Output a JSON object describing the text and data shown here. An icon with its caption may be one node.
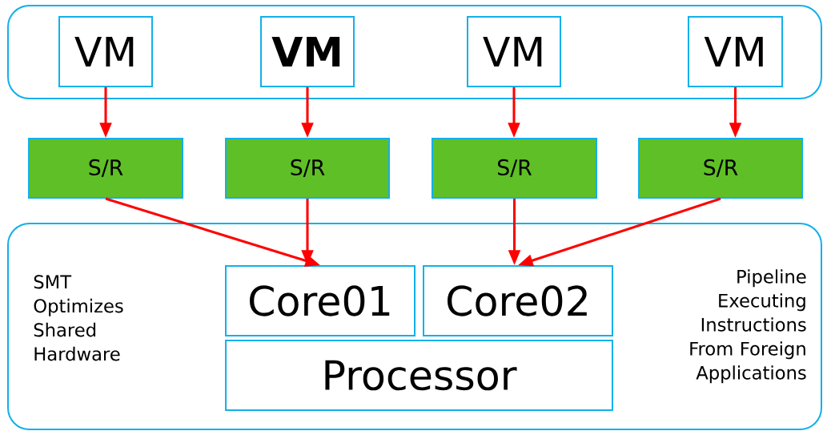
{
  "diagram": {
    "nodes": [
      {
        "text": [],
        "shape": "box"
      },
      {
        "text": [
          "VM"
        ],
        "in": 0
      },
      {
        "text": [
          "VM"
        ],
        "in": 0
      },
      {
        "text": [
          "VM"
        ],
        "in": 0
      },
      {
        "text": [
          "VM"
        ],
        "in": 0
      },
      {
        "text": [
          "S/R"
        ]
      },
      {
        "text": [
          "S/R"
        ]
      },
      {
        "text": [
          "S/R"
        ]
      },
      {
        "text": [
          "S/R"
        ]
      },
      {
        "text": [
          "SMT Optimizes Shared Hardware",
          "Pipeline Executing Instructions From Foreign Applications"
        ]
      },
      {
        "text": [
          "Core01"
        ],
        "in": 9
      },
      {
        "text": [
          "Core02"
        ],
        "in": 9
      },
      {
        "text": [
          "Processor"
        ],
        "in": 9
      }
    ],
    "edges": [
      {
        "from": 1,
        "to": 5,
        "arrow": "to"
      },
      {
        "from": 2,
        "to": 6,
        "arrow": "to"
      },
      {
        "from": 3,
        "to": 7,
        "arrow": "to"
      },
      {
        "from": 4,
        "to": 8,
        "arrow": "to"
      },
      {
        "from": 5,
        "to": 10,
        "arrow": "to"
      },
      {
        "from": 6,
        "to": 10,
        "arrow": "to"
      },
      {
        "from": 7,
        "to": 11,
        "arrow": "to"
      },
      {
        "from": 8,
        "to": 11,
        "arrow": "to"
      }
    ]
  }
}
